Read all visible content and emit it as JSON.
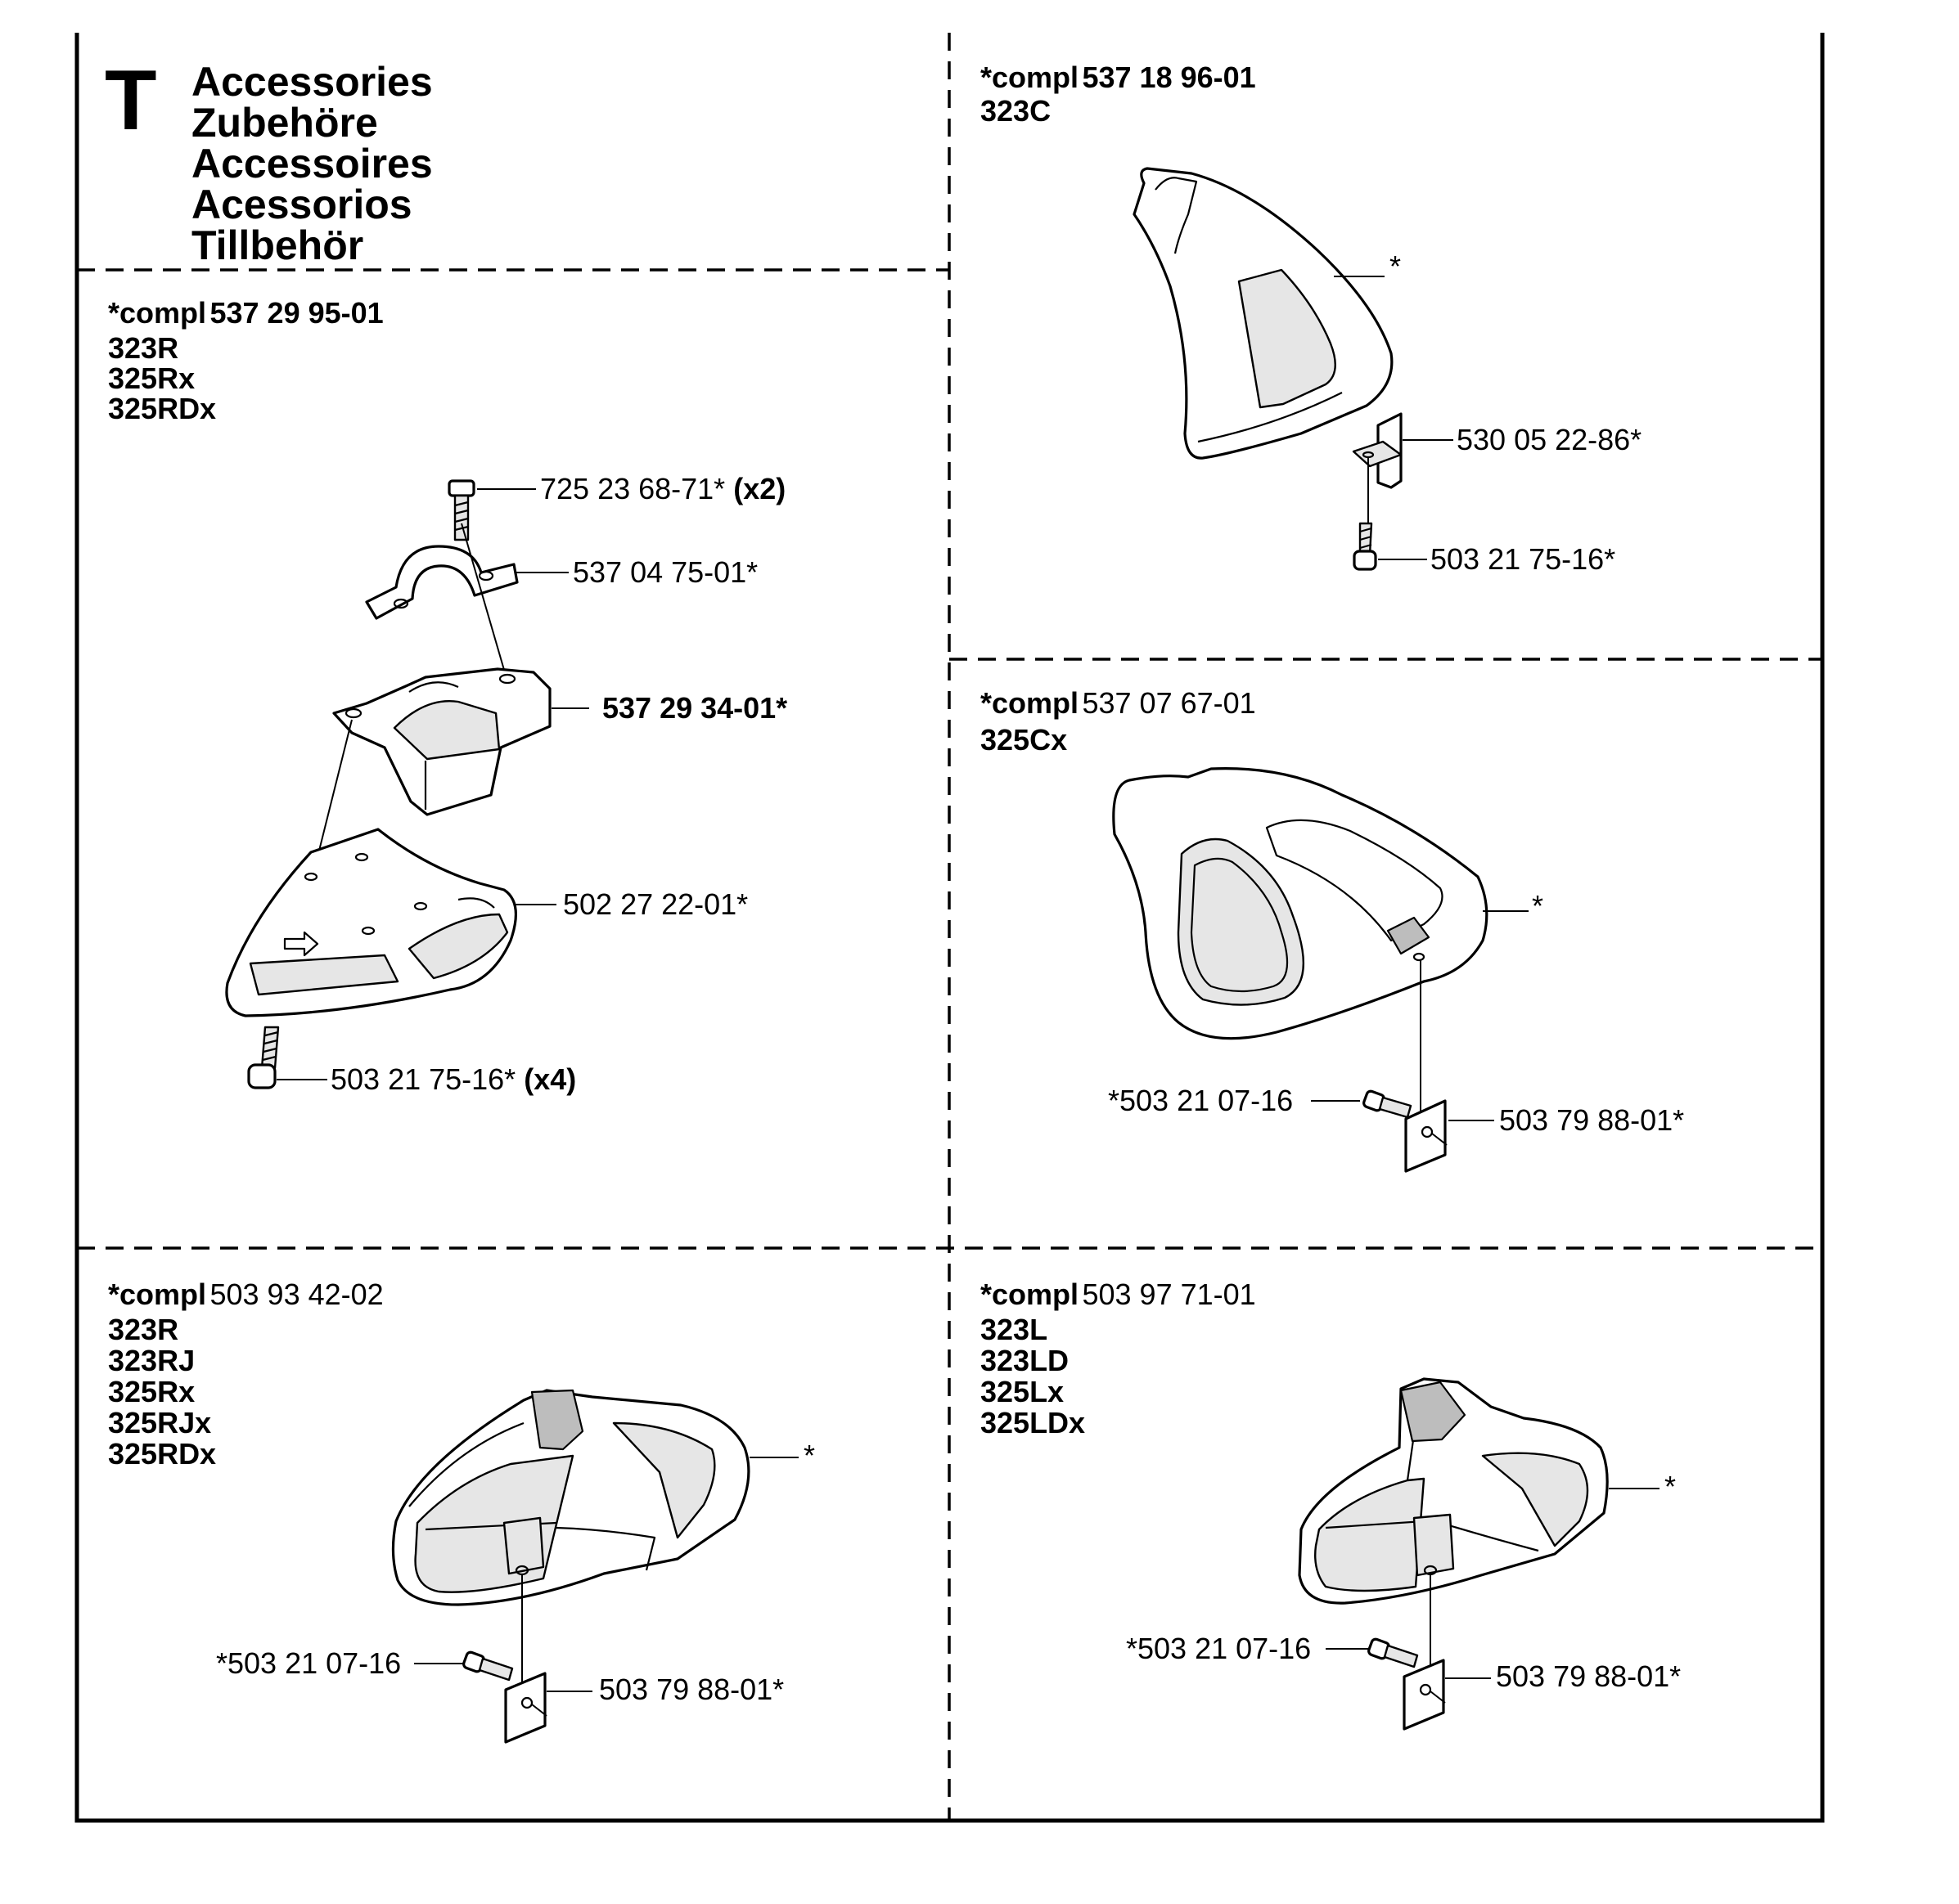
{
  "section": {
    "letter": "T",
    "titles": [
      "Accessories",
      "Zubehöre",
      "Accessoires",
      "Acessorios",
      "Tillbehör"
    ]
  },
  "panels": [
    {
      "id": "kit-537-29-95-01",
      "compl_prefix": "*compl",
      "compl_number": "537 29 95-01",
      "compl_number_bold": true,
      "models": [
        "323R",
        "325Rx",
        "325RDx"
      ],
      "parts": [
        {
          "number": "725 23 68-71*",
          "qty": "(x2)",
          "item": "bolt"
        },
        {
          "number": "537 04 75-01*",
          "qty": "",
          "item": "clamp"
        },
        {
          "number": "537 29 34-01*",
          "qty": "",
          "item": "holder",
          "bold": true
        },
        {
          "number": "502 27 22-01*",
          "qty": "",
          "item": "guard"
        },
        {
          "number": "503 21 75-16*",
          "qty": "(x4)",
          "item": "screw"
        }
      ]
    },
    {
      "id": "kit-537-18-96-01",
      "compl_prefix": "*compl",
      "compl_number": "537 18 96-01",
      "compl_number_bold": true,
      "models": [
        "323C"
      ],
      "parts": [
        {
          "number": "*",
          "qty": "",
          "item": "guard"
        },
        {
          "number": "530 05 22-86*",
          "qty": "",
          "item": "bracket"
        },
        {
          "number": "503 21 75-16*",
          "qty": "",
          "item": "screw"
        }
      ]
    },
    {
      "id": "kit-537-07-67-01",
      "compl_prefix": "*compl",
      "compl_number": "537 07 67-01",
      "compl_number_bold": false,
      "models": [
        "325Cx"
      ],
      "parts": [
        {
          "number": "*",
          "qty": "",
          "item": "guard"
        },
        {
          "number": "*503 21 07-16",
          "qty": "",
          "item": "screw"
        },
        {
          "number": "503 79 88-01*",
          "qty": "",
          "item": "plate"
        }
      ]
    },
    {
      "id": "kit-503-93-42-02",
      "compl_prefix": "*compl",
      "compl_number": "503 93 42-02",
      "compl_number_bold": false,
      "models": [
        "323R",
        "323RJ",
        "325Rx",
        "325RJx",
        "325RDx"
      ],
      "parts": [
        {
          "number": "*",
          "qty": "",
          "item": "guard"
        },
        {
          "number": "*503 21 07-16",
          "qty": "",
          "item": "screw"
        },
        {
          "number": "503 79 88-01*",
          "qty": "",
          "item": "plate"
        }
      ]
    },
    {
      "id": "kit-503-97-71-01",
      "compl_prefix": "*compl",
      "compl_number": "503 97 71-01",
      "compl_number_bold": false,
      "models": [
        "323L",
        "323LD",
        "325Lx",
        "325LDx"
      ],
      "parts": [
        {
          "number": "*",
          "qty": "",
          "item": "guard"
        },
        {
          "number": "*503 21 07-16",
          "qty": "",
          "item": "screw"
        },
        {
          "number": "503 79 88-01*",
          "qty": "",
          "item": "plate"
        }
      ]
    }
  ]
}
